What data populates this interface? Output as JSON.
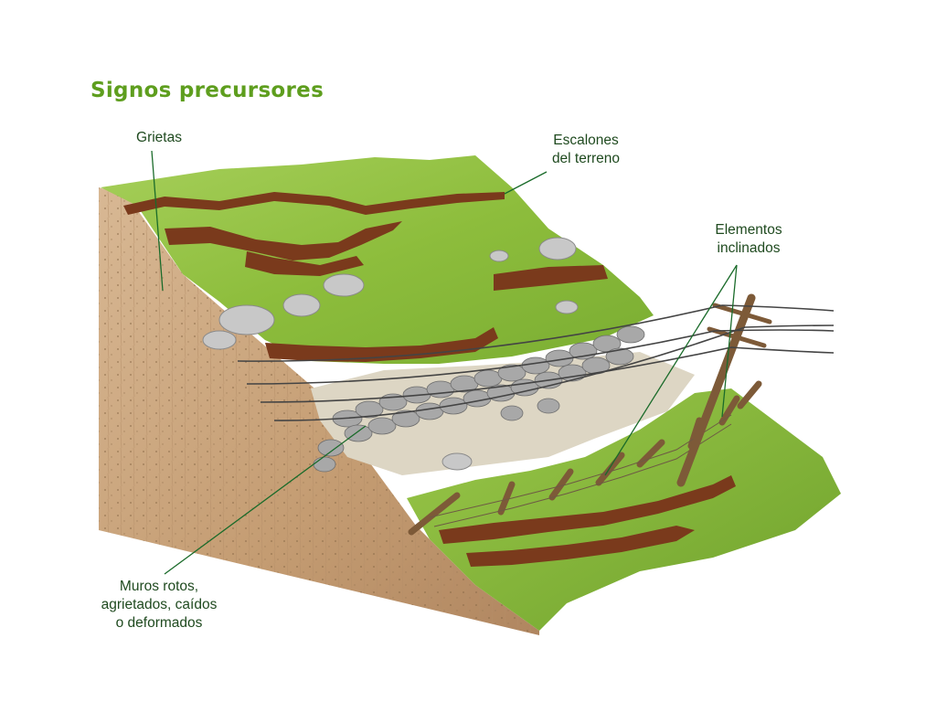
{
  "title": "Signos precursores",
  "labels": {
    "grietas": "Grietas",
    "escalones": [
      "Escalones",
      "del terreno"
    ],
    "elementos": [
      "Elementos",
      "inclinados"
    ],
    "muros": [
      "Muros rotos,",
      "agrietados, caídos",
      "o deformados"
    ]
  },
  "colors": {
    "title": "#5e9e1e",
    "label_text": "#1f4a1f",
    "leader_line": "#1a6b2a",
    "grass": "#8fbf3a",
    "soil": "#c9a47c",
    "crack": "#7a3a1c",
    "stone": "#a8a8a8"
  },
  "illustration": {
    "elements": [
      "terrain-block",
      "soil-cross-section",
      "grass-surface",
      "ground-cracks",
      "terrain-steps",
      "stone-wall",
      "utility-pole",
      "power-lines",
      "fence-posts",
      "rocks"
    ]
  }
}
